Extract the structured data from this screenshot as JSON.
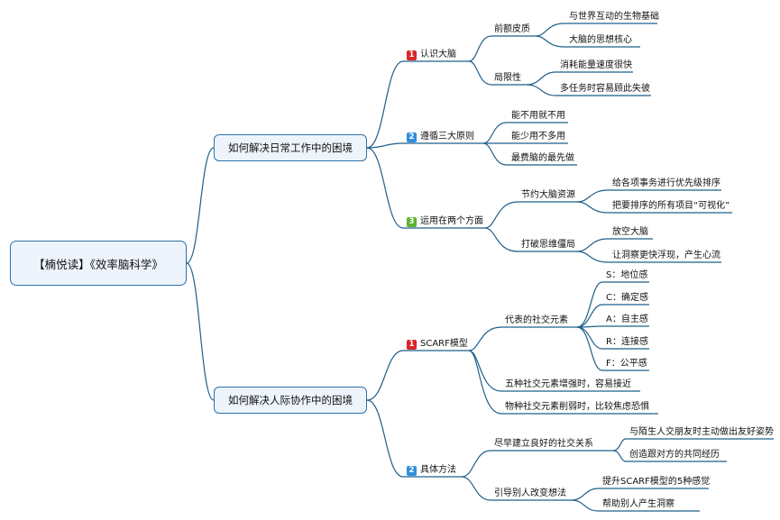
{
  "root": "【楠悦读】《效率脑科学》",
  "branches": [
    {
      "title": "如何解决日常工作中的困境",
      "children": [
        {
          "num": "1",
          "badge_color": "#d9262b",
          "label": "认识大脑",
          "children": [
            {
              "label": "前额皮质",
              "children": [
                "与世界互动的生物基础",
                "大脑的思想核心"
              ]
            },
            {
              "label": "局限性",
              "children": [
                "消耗能量速度很快",
                "多任务时容易顾此失彼"
              ]
            }
          ]
        },
        {
          "num": "2",
          "badge_color": "#2f8fdc",
          "label": "遵循三大原则",
          "children": [
            "能不用就不用",
            "能少用不多用",
            "最费脑的最先做"
          ]
        },
        {
          "num": "3",
          "badge_color": "#5cb531",
          "label": "运用在两个方面",
          "children": [
            {
              "label": "节约大脑资源",
              "children": [
                "给各项事务进行优先级排序",
                "把要排序的所有项目“可视化”"
              ]
            },
            {
              "label": "打破思维僵局",
              "children": [
                "放空大脑",
                "让洞察更快浮现，产生心流"
              ]
            }
          ]
        }
      ]
    },
    {
      "title": "如何解决人际协作中的困境",
      "children": [
        {
          "num": "1",
          "badge_color": "#d9262b",
          "label": "SCARF模型",
          "children": [
            {
              "label": "代表的社交元素",
              "children": [
                "S：地位感",
                "C：确定感",
                "A：自主感",
                "R：连接感",
                "F：公平感"
              ]
            },
            "五种社交元素增强时，容易接近",
            "物种社交元素削弱时，比较焦虑恐惧"
          ]
        },
        {
          "num": "2",
          "badge_color": "#2f8fdc",
          "label": "具体方法",
          "children": [
            {
              "label": "尽早建立良好的社交关系",
              "children": [
                "与陌生人交朋友时主动做出友好姿势",
                "创造跟对方的共同经历"
              ]
            },
            {
              "label": "引导别人改变想法",
              "children": [
                "提升SCARF模型的5种感觉",
                "帮助别人产生洞察"
              ]
            }
          ]
        }
      ]
    }
  ]
}
